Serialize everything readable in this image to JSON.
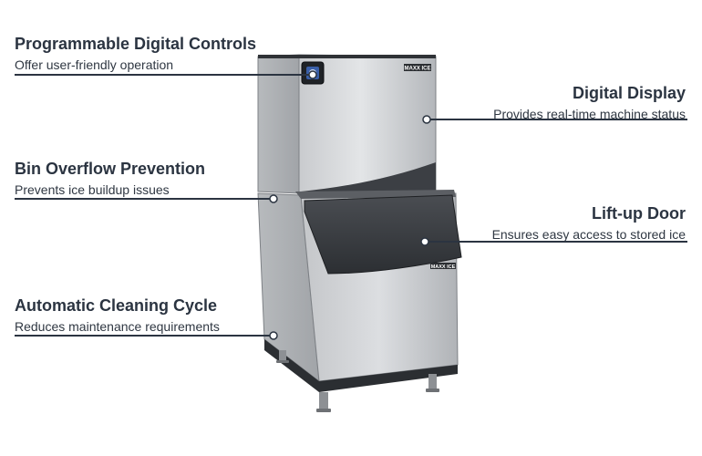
{
  "features": [
    {
      "id": "programmable-digital-controls",
      "title": "Programmable Digital Controls",
      "desc": "Offer user-friendly operation"
    },
    {
      "id": "digital-display",
      "title": "Digital Display",
      "desc": "Provides real-time machine status"
    },
    {
      "id": "bin-overflow-prevention",
      "title": "Bin Overflow Prevention",
      "desc": "Prevents ice buildup issues"
    },
    {
      "id": "lift-up-door",
      "title": "Lift-up Door",
      "desc": "Ensures easy access to stored ice"
    },
    {
      "id": "automatic-cleaning-cycle",
      "title": "Automatic Cleaning Cycle",
      "desc": "Reduces maintenance requirements"
    }
  ],
  "product": {
    "brand_logo_top": "MAXX ICE",
    "brand_logo_bin": "MAXX ICE"
  },
  "colors": {
    "line": "#2b3441",
    "steel_light": "#d7d9dc",
    "steel_dark": "#9a9ea3",
    "door_dark": "#3a3d41"
  }
}
